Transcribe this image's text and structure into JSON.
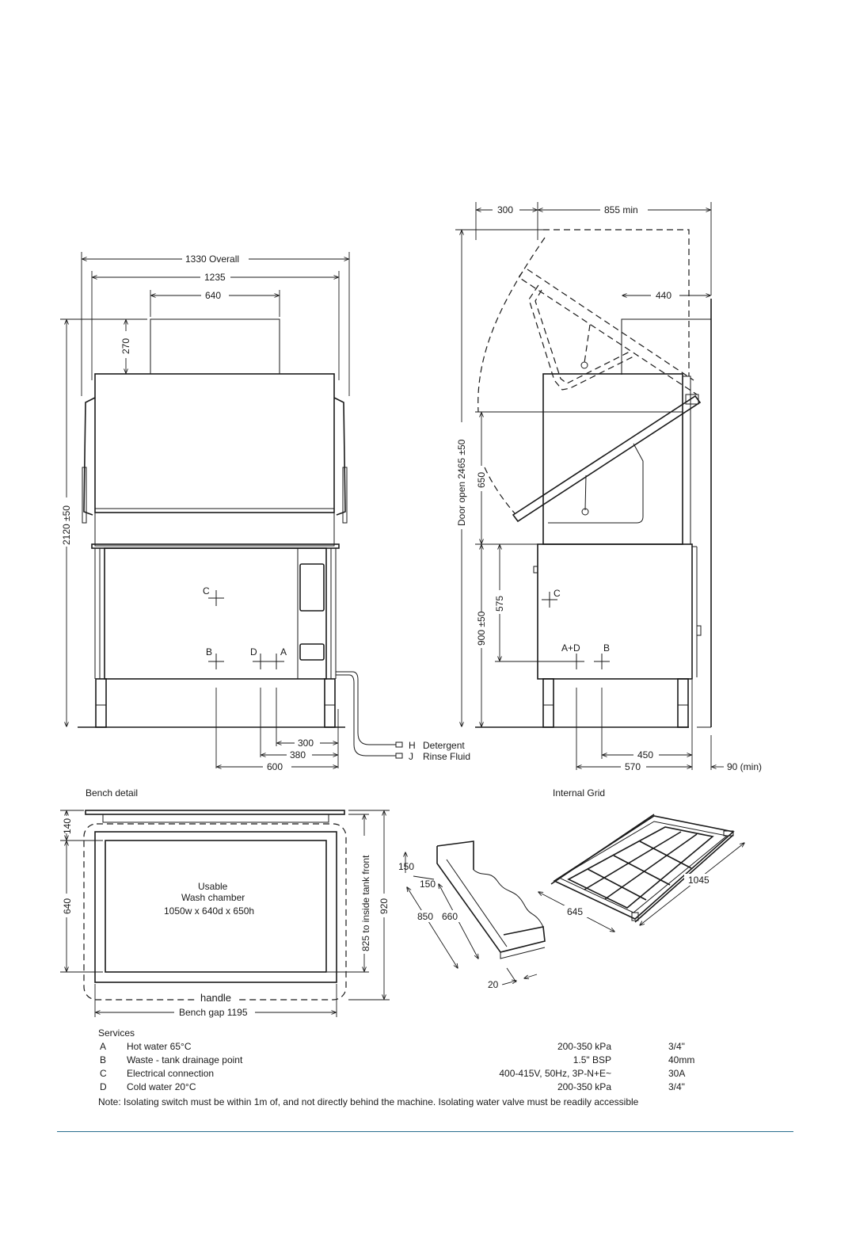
{
  "front_view": {
    "overall_width": "1330 Overall",
    "width_1235": "1235",
    "hood_width": "640",
    "hood_height": "270",
    "overall_height": "2120 ±50",
    "conn_c": "C",
    "conn_b": "B",
    "conn_d": "D",
    "conn_a": "A",
    "dim_300": "300",
    "dim_380": "380",
    "dim_600": "600",
    "hose_h": "H",
    "hose_h_label": "Detergent",
    "hose_j": "J",
    "hose_j_label": "Rinse Fluid"
  },
  "side_view": {
    "rear_300": "300",
    "depth_855": "855 min",
    "top_440": "440",
    "door_open": "Door open  2465 ±50",
    "dim_650": "650",
    "dim_575": "575",
    "dim_900": "900 ±50",
    "conn_c": "C",
    "conn_ad": "A+D",
    "conn_b": "B",
    "dim_450": "450",
    "dim_570": "570",
    "dim_90": "90 (min)"
  },
  "bench_detail": {
    "title": "Bench detail",
    "dim_140": "140",
    "dim_640": "640",
    "usable": "Usable",
    "wash_chamber": "Wash chamber",
    "chamber_size": "1050w x 640d x 650h",
    "dim_825": "825 to inside tank front",
    "dim_920": "920",
    "handle": "handle",
    "bench_gap": "Bench gap 1195"
  },
  "shelf_detail": {
    "dim_150a": "150",
    "dim_150b": "150",
    "dim_850": "850",
    "dim_660": "660",
    "dim_20": "20"
  },
  "internal_grid": {
    "title": "Internal Grid",
    "dim_1045": "1045",
    "dim_645": "645"
  },
  "services": {
    "title": "Services",
    "rows": [
      {
        "code": "A",
        "name": "Hot water 65°C",
        "spec": "200-350 kPa",
        "size": "3/4\""
      },
      {
        "code": "B",
        "name": "Waste - tank drainage point",
        "spec": "1.5\" BSP",
        "size": "40mm"
      },
      {
        "code": "C",
        "name": "Electrical connection",
        "spec": "400-415V, 50Hz, 3P-N+E~",
        "size": "30A"
      },
      {
        "code": "D",
        "name": "Cold water 20°C",
        "spec": "200-350 kPa",
        "size": "3/4\""
      }
    ],
    "note": "Note: Isolating switch must be within 1m of, and not directly behind the machine. Isolating water valve must be readily accessible"
  }
}
